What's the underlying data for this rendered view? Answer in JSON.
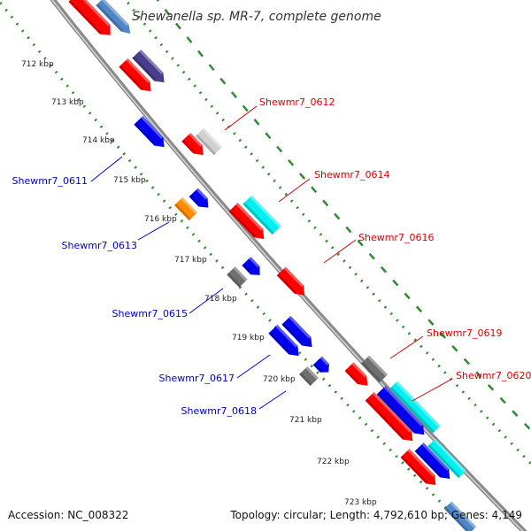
{
  "title": "Shewanella sp. MR-7, complete genome",
  "footer": {
    "accession": "Accession: NC_008322",
    "topology": "Topology: circular; Length: 4,792,610 bp; Genes: 4,149"
  },
  "ticks": [
    "712 kbp",
    "713 kbp",
    "714 kbp",
    "715 kbp",
    "716 kbp",
    "717 kbp",
    "718 kbp",
    "719 kbp",
    "720 kbp",
    "721 kbp",
    "722 kbp",
    "723 kbp"
  ],
  "genes": {
    "left": [
      {
        "label": "Shewmr7_0611"
      },
      {
        "label": "Shewmr7_0613"
      },
      {
        "label": "Shewmr7_0615"
      },
      {
        "label": "Shewmr7_0617"
      },
      {
        "label": "Shewmr7_0618"
      }
    ],
    "right": [
      {
        "label": "Shewmr7_0612"
      },
      {
        "label": "Shewmr7_0614"
      },
      {
        "label": "Shewmr7_0616"
      },
      {
        "label": "Shewmr7_0619"
      },
      {
        "label": "Shewmr7_0620"
      }
    ]
  },
  "colors": {
    "backbone": "#8a8a8a",
    "dots": "#2e8b2e",
    "ticks": "#3a8a3a",
    "left_label": "#0000cc",
    "right_label": "#dd0000",
    "red": "#ff0000",
    "blue": "#0000ee",
    "navy": "#4b3c8c",
    "steel": "#4f86c6",
    "gray": "#6f6f6f",
    "lightgray": "#d0d0d0",
    "cyan": "#00f0f0",
    "orange": "#ff8c00"
  }
}
